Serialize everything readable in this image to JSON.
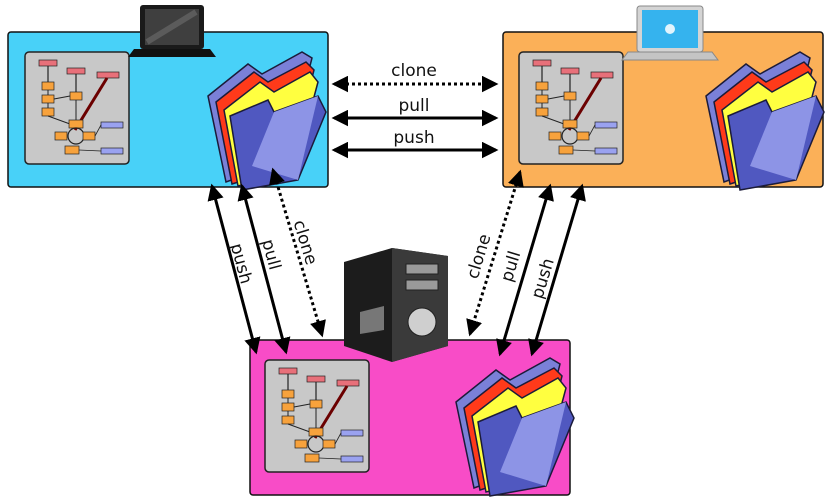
{
  "colors": {
    "left_repo": "#48d1f8",
    "right_repo": "#fbb058",
    "server_repo": "#f84cc7",
    "panel": "#c8c8c8",
    "node": "#f7a23c",
    "branch_head": "#e8707a",
    "tag": "#9aa2f0",
    "arrow": "#000000"
  },
  "icons": {
    "laptop_left": "laptop-icon",
    "laptop_right": "apple-laptop-icon",
    "server": "server-tower-icon",
    "folders": "folder-stack-icon",
    "history": "commit-graph-icon"
  },
  "edges": {
    "top": {
      "clone": "clone",
      "pull": "pull",
      "push": "push"
    },
    "left": {
      "push": "push",
      "pull": "pull",
      "clone": "clone"
    },
    "right": {
      "clone": "clone",
      "pull": "pull",
      "push": "push"
    }
  }
}
